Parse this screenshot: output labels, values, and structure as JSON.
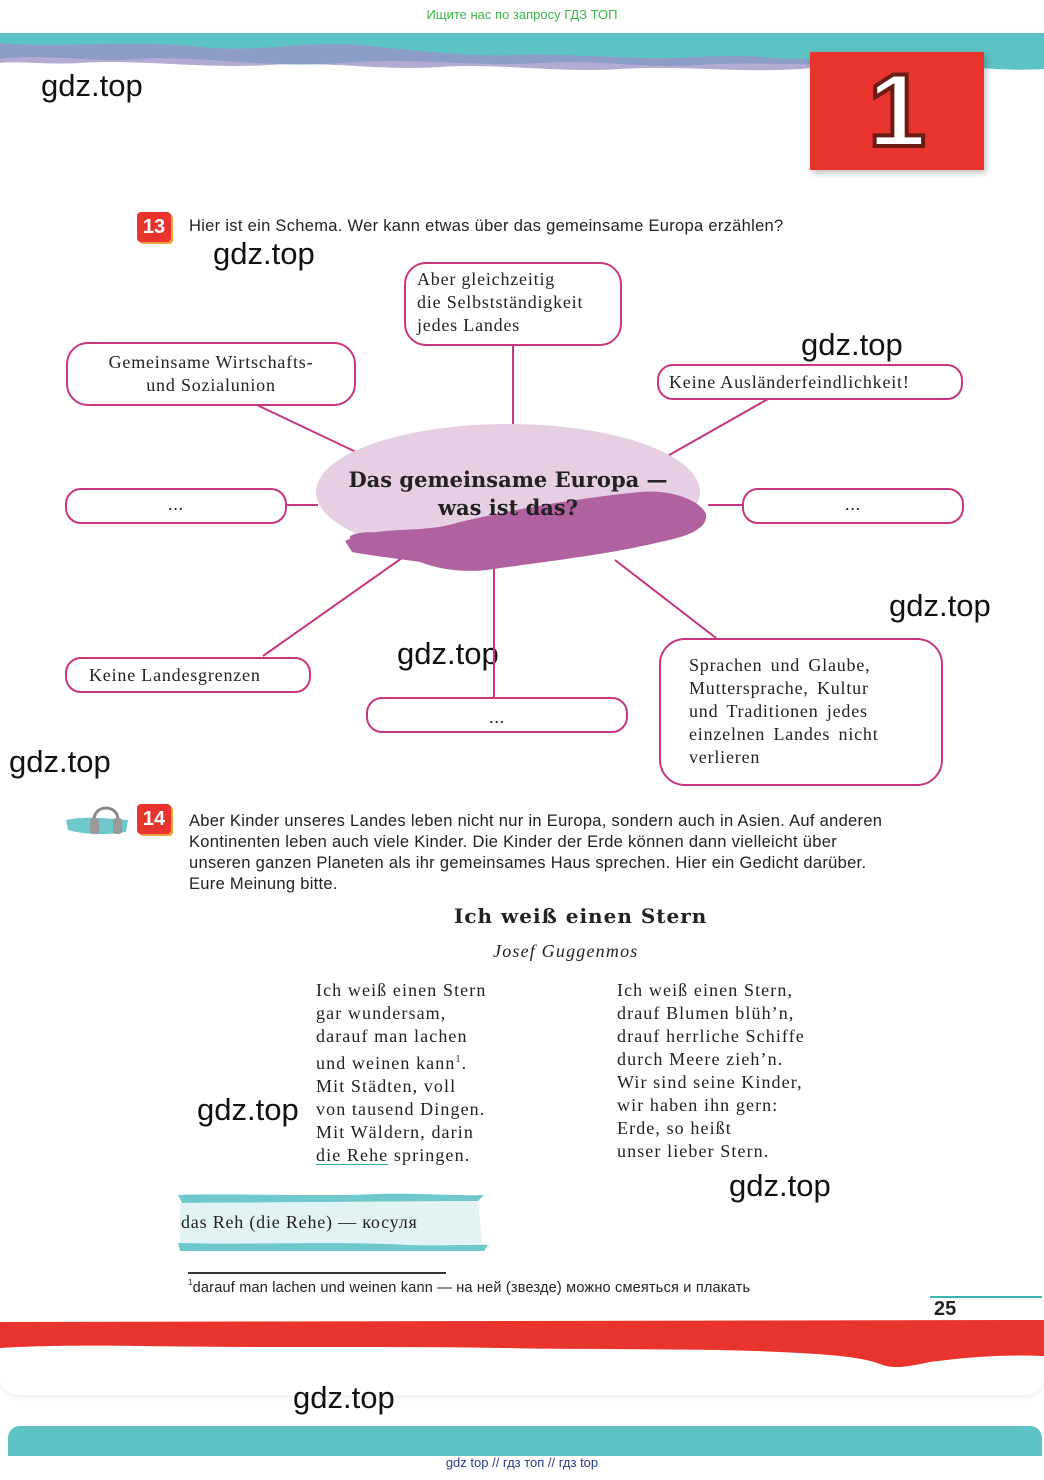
{
  "top_note": "Ищите нас по запросу ГДЗ ТОП",
  "chapter_number": "1",
  "watermark": "gdz.top",
  "task13": {
    "number": "13",
    "text": "Hier ist ein Schema. Wer kann etwas über das gemeinsame Europa erzählen?"
  },
  "mindmap": {
    "center_line1": "Das gemeinsame Europa —",
    "center_line2": "was ist das?",
    "node_top": [
      "Aber gleichzeitig",
      "die Selbstständigkeit",
      "jedes Landes"
    ],
    "node_top_left": [
      "Gemeinsame Wirtschafts-",
      "und Sozialunion"
    ],
    "node_top_right": "Keine Ausländerfeindlichkeit!",
    "node_mid_left": "...",
    "node_mid_right": "...",
    "node_bottom_left": "Keine Landesgrenzen",
    "node_bottom_mid": "...",
    "node_bottom_right": [
      "Sprachen und Glaube,",
      "Muttersprache, Kultur",
      "und Traditionen jedes",
      "einzelnen Landes nicht",
      "verlieren"
    ]
  },
  "task14": {
    "number": "14",
    "text_lines": [
      "Aber Kinder unseres Landes leben nicht nur in Europa, sondern auch in Asien. Auf anderen",
      "Kontinenten leben auch viele Kinder. Die Kinder der Erde können dann vielleicht über",
      "unseren ganzen Planeten als ihr gemeinsames Haus sprechen. Hier ein Gedicht darüber.",
      "Eure Meinung bitte."
    ]
  },
  "poem": {
    "title": "Ich weiß einen Stern",
    "author": "Josef Guggenmos",
    "left": [
      "Ich weiß einen Stern",
      "gar wundersam,",
      "darauf man lachen",
      "und weinen kann",
      "Mit Städten, voll",
      "von tausend Dingen.",
      "Mit Wäldern, darin",
      "die Rehe",
      "springen."
    ],
    "footnote_mark": "1",
    "left_line4_end": ".",
    "right": [
      "Ich weiß einen Stern,",
      "drauf Blumen blüh’n,",
      "drauf herrliche Schiffe",
      "durch Meere zieh’n.",
      "Wir sind seine Kinder,",
      "wir haben ihn gern:",
      "Erde, so heißt",
      "unser lieber Stern."
    ]
  },
  "vocab": "das Reh (die Rehe) — косуля",
  "footnote": {
    "mark": "1",
    "text": "darauf man lachen und weinen kann — на ней (звезде) можно смеяться и плакать"
  },
  "page_number": "25",
  "bottom_note": "gdz top  //  гдз топ  //  гдз top",
  "colors": {
    "accent_red": "#e8342d",
    "node_border": "#c8367f",
    "teal": "#5ec3c4",
    "lilac": "#e6cfe3",
    "purple": "#b0619f"
  }
}
